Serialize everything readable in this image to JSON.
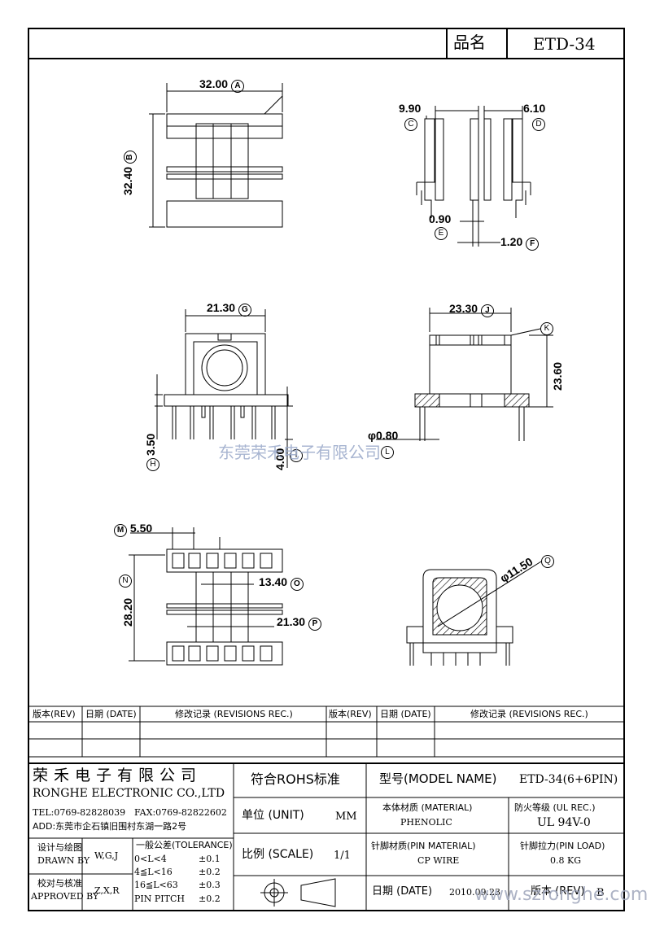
{
  "title": {
    "name_label": "品名",
    "name_value": "ETD-34"
  },
  "dimensions": {
    "A": {
      "value": "32.00",
      "letter": "A"
    },
    "B": {
      "value": "32.40",
      "letter": "B"
    },
    "C": {
      "value": "9.90",
      "letter": "C"
    },
    "D": {
      "value": "6.10",
      "letter": "D"
    },
    "E": {
      "value": "0.90",
      "letter": "E"
    },
    "F": {
      "value": "1.20",
      "letter": "F"
    },
    "G": {
      "value": "21.30",
      "letter": "G"
    },
    "H": {
      "value": "3.50",
      "letter": "H"
    },
    "I": {
      "value": "4.00",
      "letter": "I"
    },
    "J": {
      "value": "23.30",
      "letter": "J"
    },
    "K": {
      "value": "23.60",
      "letter": "K"
    },
    "L": {
      "value": "φ0.80",
      "letter": "L"
    },
    "M": {
      "value": "5.50",
      "letter": "M"
    },
    "N": {
      "value": "28.20",
      "letter": "N"
    },
    "O": {
      "value": "13.40",
      "letter": "O"
    },
    "P": {
      "value": "21.30",
      "letter": "P"
    },
    "Q": {
      "value": "φ11.50",
      "letter": "Q"
    }
  },
  "watermark": {
    "center": "东莞荣禾电子有限公司",
    "url": "www.szronghe.com"
  },
  "revision_table": {
    "headers": [
      "版本(REV)",
      "日期 (DATE)",
      "修改记录 (REVISIONS REC.)",
      "版本(REV)",
      "日期 (DATE)",
      "修改记录 (REVISIONS REC.)"
    ]
  },
  "company": {
    "name_cn": "荣禾电子有限公司",
    "name_en": "RONGHE ELECTRONIC CO.,LTD",
    "tel": "TEL:0769-82828039",
    "fax": "FAX:0769-82822602",
    "address": "ADD:东莞市企石镇旧围村东湖一路2号"
  },
  "signoff": {
    "design_cn": "设计与绘图",
    "design_en": "DRAWN BY",
    "design_val": "W,G,J",
    "check_cn": "校对与核准",
    "check_en": "APPROVED BY",
    "check_val": "Z,X,R"
  },
  "tolerance": {
    "title": "一般公差(TOLERANCE)",
    "rows": [
      {
        "range": "0<L<4",
        "tol": "±0.1"
      },
      {
        "range": "4≦L<16",
        "tol": "±0.2"
      },
      {
        "range": "16≦L<63",
        "tol": "±0.3"
      },
      {
        "range": "PIN PITCH",
        "tol": "±0.2"
      }
    ]
  },
  "info": {
    "rohs": "符合ROHS标准",
    "unit_label": "单位 (UNIT)",
    "unit_value": "MM",
    "scale_label": "比例 (SCALE)",
    "scale_value": "1/1",
    "model_label": "型号(MODEL NAME)",
    "model_value": "ETD-34(6+6PIN)",
    "material_label": "本体材质 (MATERIAL)",
    "material_value": "PHENOLIC",
    "fire_label": "防火等级 (UL REC.)",
    "fire_value": "UL 94V-0",
    "pin_material_label": "针脚材质(PIN MATERIAL)",
    "pin_material_value": "CP WIRE",
    "pin_load_label": "针脚拉力(PIN LOAD)",
    "pin_load_value": "0.8 KG",
    "date_label": "日期 (DATE)",
    "date_value": "2010.09.23",
    "rev_label": "版本 (REV)",
    "rev_value": "B"
  }
}
